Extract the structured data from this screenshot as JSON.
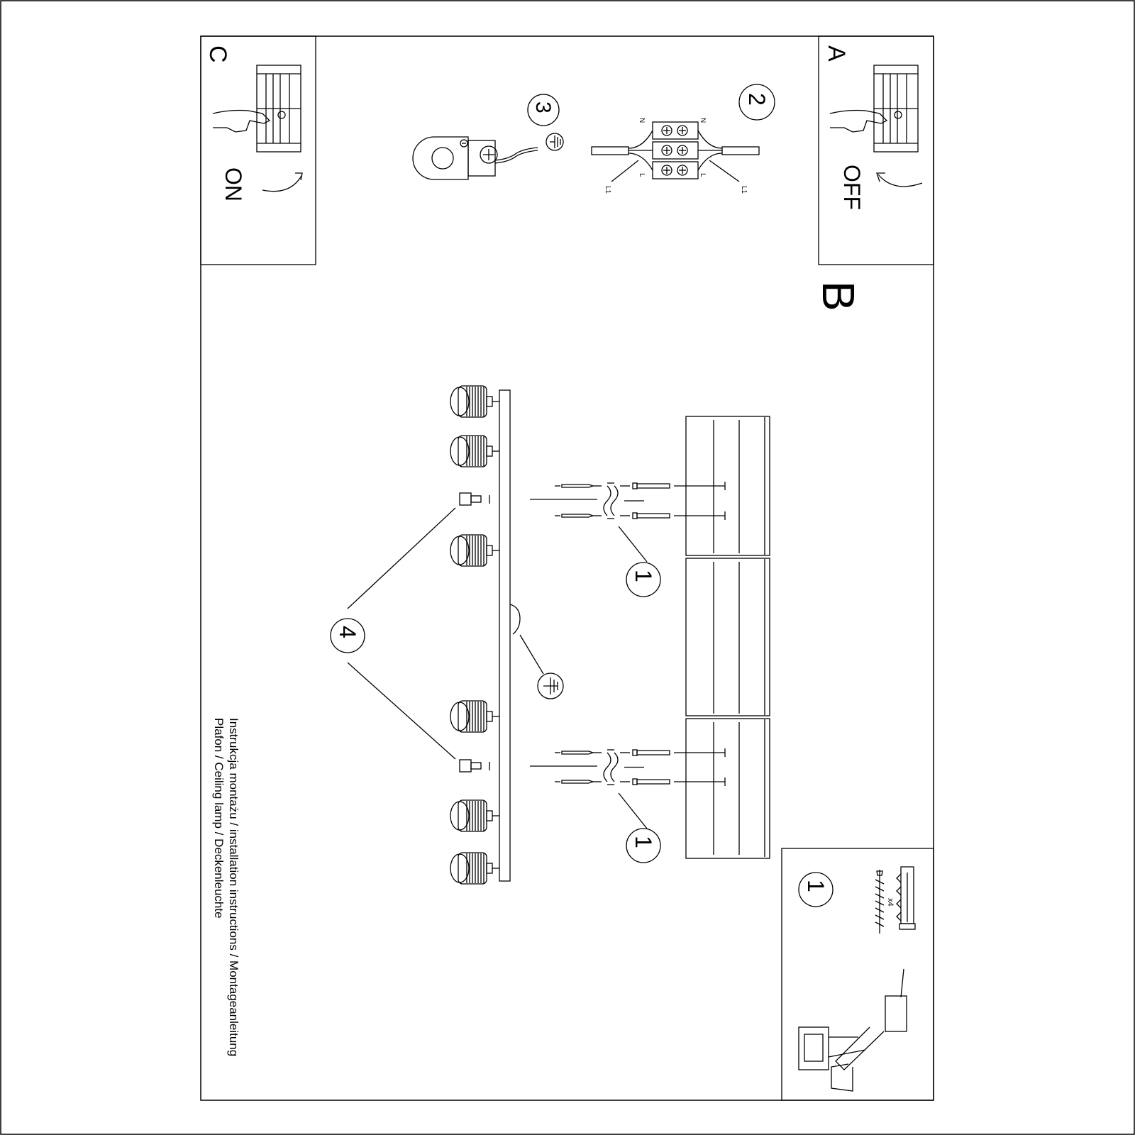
{
  "labels": {
    "panel_a": "A",
    "panel_b": "B",
    "panel_c": "C",
    "off": "OFF",
    "on": "ON",
    "step_1": "1",
    "step_2": "2",
    "step_3": "3",
    "step_4": "4",
    "wire_n": "N",
    "wire_l": "L",
    "wire_l1": "L1",
    "screws_qty": "x4"
  },
  "title": {
    "line1": "Instrukcja montażu / installation instructions / Montageanleitung",
    "line2": "Plafon / Ceiling lamp / Deckenleuchte"
  }
}
